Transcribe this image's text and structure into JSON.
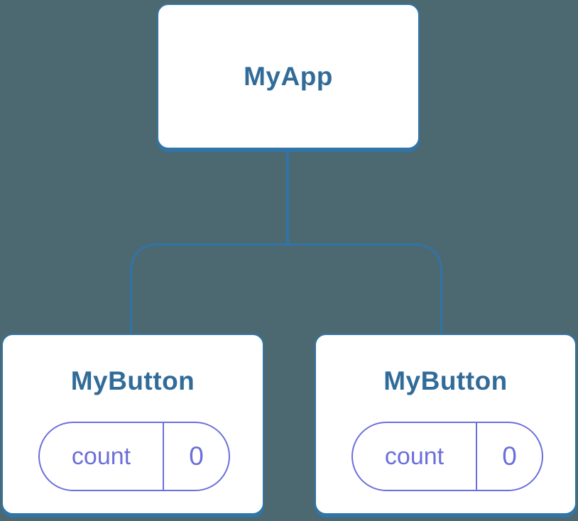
{
  "diagram": {
    "root": {
      "label": "MyApp"
    },
    "children": [
      {
        "label": "MyButton",
        "state": {
          "name": "count",
          "value": "0"
        }
      },
      {
        "label": "MyButton",
        "state": {
          "name": "count",
          "value": "0"
        }
      }
    ]
  },
  "colors": {
    "background": "#4C6972",
    "node_fill": "#FFFFFF",
    "node_border": "#3174A6",
    "node_label": "#316C99",
    "state_accent": "#6B6FDB"
  }
}
